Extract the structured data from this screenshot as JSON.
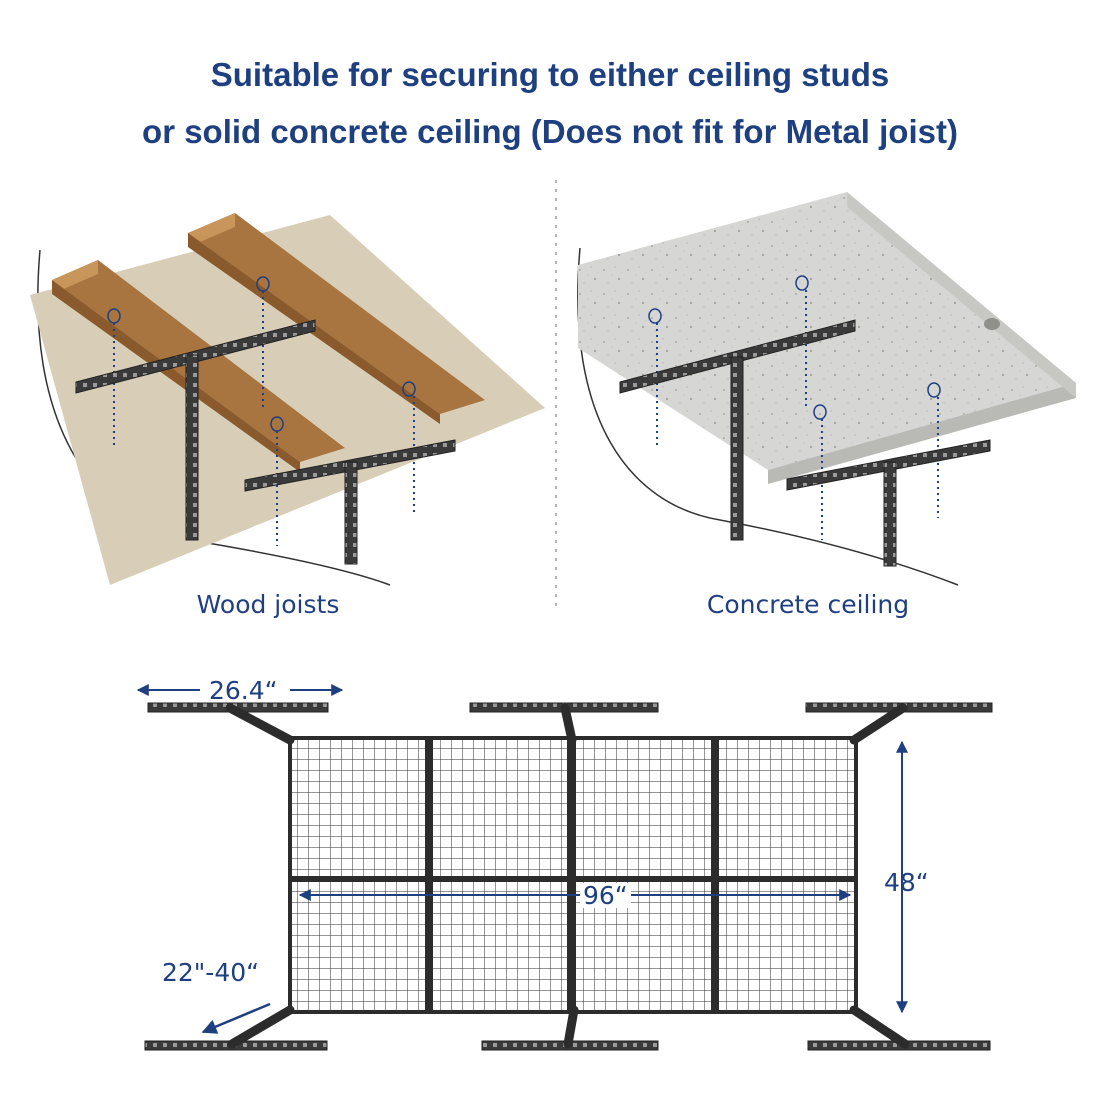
{
  "headline": {
    "line1": "Suitable for securing to either ceiling studs",
    "line2": "or solid concrete ceiling (Does not fit for Metal joist)"
  },
  "captions": {
    "wood": "Wood joists",
    "concrete": "Concrete ceiling"
  },
  "dimensions": {
    "bracket_width": "26.4“",
    "length": "96“",
    "depth": "48“",
    "height_range": "22\"-40“"
  },
  "colors": {
    "accent": "#1e3f80",
    "steel": "#2c2c2c",
    "drywall": "#d8ceb8",
    "wood": "#a8743f",
    "concrete": "#d6d6d4"
  }
}
